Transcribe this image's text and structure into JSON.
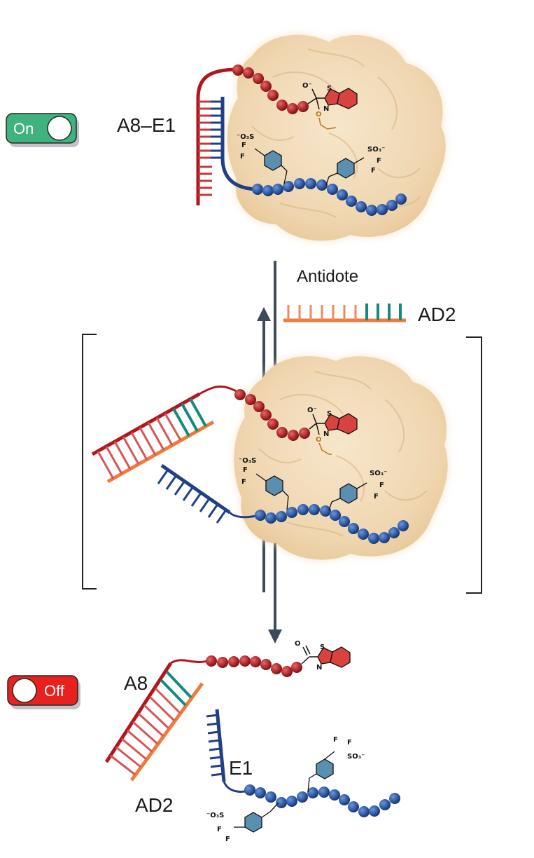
{
  "labels": {
    "top_complex": "A8–E1",
    "antidote": "Antidote",
    "ad2_top": "AD2",
    "a8": "A8",
    "e1": "E1",
    "ad2_bottom": "AD2"
  },
  "toggles": {
    "on": {
      "label": "On",
      "state": "on",
      "color": "#3fb27f"
    },
    "off": {
      "label": "Off",
      "state": "off",
      "color": "#e8201e"
    }
  },
  "chemistry": {
    "oxyanion": "O⁻",
    "sulfur": "S",
    "nitrogen": "N",
    "oxygen": "O",
    "sulfonate_left": "⁻O₃S",
    "sulfonate_right": "SO₃⁻",
    "fluorine": "F"
  },
  "colors": {
    "protein": "#f1d9b4",
    "red_strand": "#b3151c",
    "blue_strand": "#1f3f86",
    "orange_strand": "#f07a3a",
    "teal_mismatch": "#138a80",
    "red_bead": "#b3272a",
    "blue_bead": "#2d5aa8",
    "arrow": "#3c4a5a",
    "benzothiazole": "#d9423f"
  }
}
